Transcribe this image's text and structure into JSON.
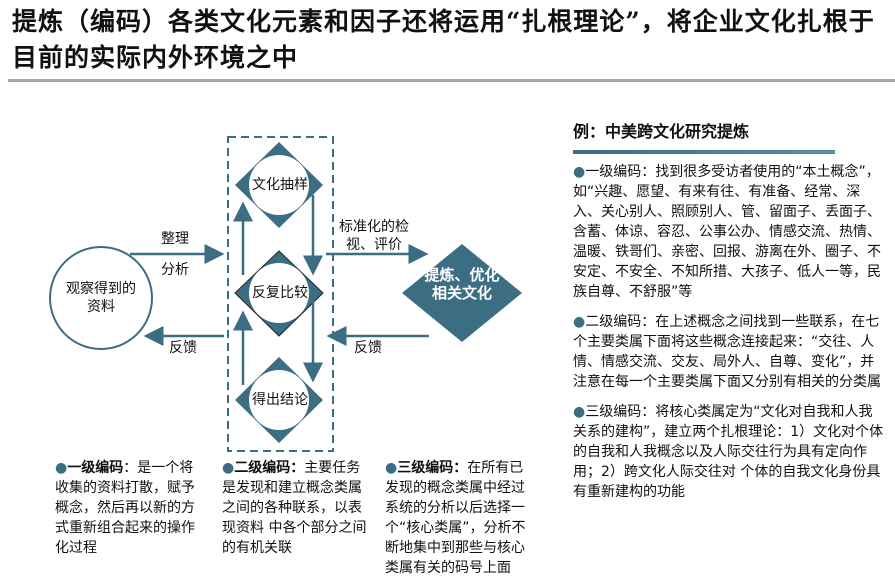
{
  "title": "提炼（编码）各类文化元素和因子还将运用“扎根理论”，将企业文化扎根于目前的实际内外环境之中",
  "diagram": {
    "observe": "观察得到的资料",
    "arrow_top_label1": "整理",
    "arrow_top_label2": "分析",
    "feedback_left": "反馈",
    "node1": "文化抽样",
    "node2": "反复比较",
    "node3": "得出结论",
    "arrow_right_label": "标准化的检视、评价",
    "feedback_right": "反馈",
    "result": "提炼、优化相关文化",
    "accent": "#3c6e83"
  },
  "bottom": [
    {
      "head": "一级编码",
      "body": "：是一个将收集的资料打散，赋予概念，然后再以新的方式重新组合起来的操作化过程"
    },
    {
      "head": "二级编码：",
      "body": "主要任务是发现和建立概念类属之间的各种联系，以表现资料 中各个部分之间的有机关联"
    },
    {
      "head": "三级编码：",
      "body": "在所有已发现的概念类属中经过系统的分析以后选择一个“核心类属”，分析不断地集中到那些与核心类属有关的码号上面"
    }
  ],
  "panel": {
    "title": "例：中美跨文化研究提炼",
    "items": [
      "一级编码：找到很多受访者使用的“本土概念”，如“兴趣、愿望、有来有往、有准备、经常、深入、关心别人、照顾别人、管、留面子、丢面子、含蓄、体谅、容忍、公事公办、情感交流、热情、温暖、铁哥们、亲密、回报、游离在外、圈子、不安定、不安全、不知所措、大孩子、低人一等，民族自尊、不舒服”等",
      "二级编码：在上述概念之间找到一些联系，在七个主要类属下面将这些概念连接起来：“交往、人情、情感交流、交友、局外人、自尊、变化”，并注意在每一个主要类属下面又分别有相关的分类属",
      "三级编码：将核心类属定为“文化对自我和人我关系的建构”，建立两个扎根理论：1）文化对个体的自我和人我概念以及人际交往行为具有定向作用；2）跨文化人际交往对 个体的自我文化身份具有重新建构的功能"
    ]
  }
}
